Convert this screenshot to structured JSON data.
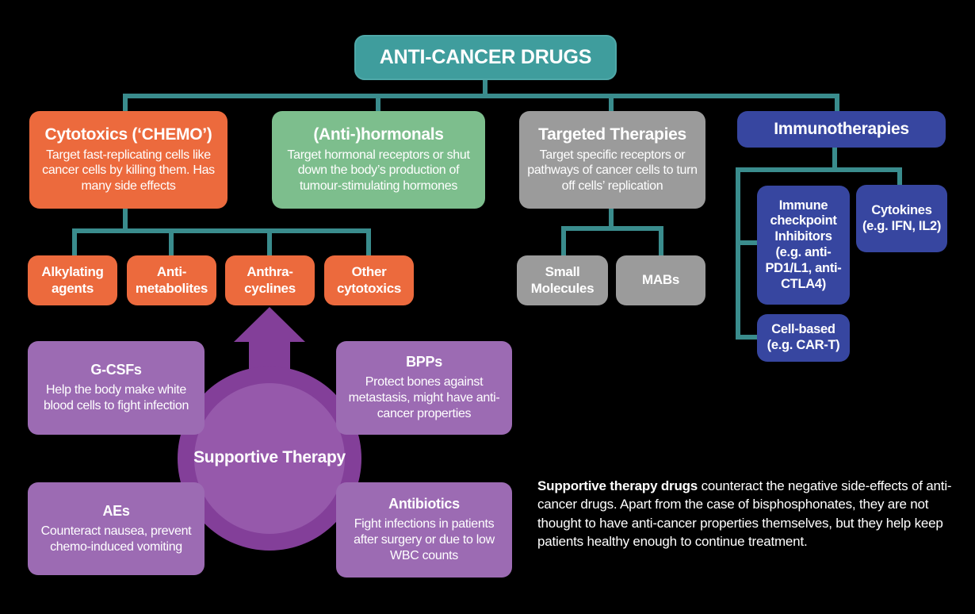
{
  "title": "ANTI-CANCER DRUGS",
  "categories": [
    {
      "label": "Cytotoxics (‘CHEMO’)",
      "description": "Target fast-replicating cells like cancer cells by killing them. Has many side effects"
    },
    {
      "label": "(Anti-)hormonals",
      "description": "Target hormonal receptors or shut down the body’s production of tumour-stimulating hormones"
    },
    {
      "label": "Targeted Therapies",
      "description": "Target specific receptors or pathways of cancer cells to turn off cells’ replication"
    },
    {
      "label": "Immunotherapies"
    }
  ],
  "cytotoxic_types": [
    "Alkylating agents",
    "Anti-metabolites",
    "Anthra-cyclines",
    "Other cytotoxics"
  ],
  "targeted_types": [
    "Small Molecules",
    "MABs"
  ],
  "immuno_types": [
    "Immune checkpoint Inhibitors (e.g. anti-PD1/L1, anti-CTLA4)",
    "Cytokines (e.g. IFN, IL2)",
    "Cell-based (e.g. CAR-T)"
  ],
  "supportive": {
    "hub_label": "Supportive Therapy",
    "items": [
      {
        "label": "G-CSFs",
        "description": "Help the body make white blood cells to fight infection"
      },
      {
        "label": "BPPs",
        "description": "Protect bones against metastasis, might have anti-cancer properties"
      },
      {
        "label": "AEs",
        "description": "Counteract nausea, prevent chemo-induced vomiting"
      },
      {
        "label": "Antibiotics",
        "description": "Fight infections in patients after surgery or due to low WBC counts"
      }
    ]
  },
  "footnote": {
    "lead": "Supportive therapy drugs",
    "rest": " counteract the negative side-effects of anti-cancer drugs. Apart from the case of bisphosphonates, they are not thought to have anti-cancer properties themselves, but they help keep patients healthy enough to continue treatment."
  },
  "colors": {
    "background": "#000000",
    "teal_box": "#3F9D9D",
    "connector_teal": "#3A8C8D",
    "orange": "#EC6A3D",
    "green": "#7DBE8D",
    "gray": "#9B9B9B",
    "blue": "#3746A0",
    "purple_light": "#9C6BB3",
    "purple_dark": "#833F99",
    "purple_inner": "#9659AB",
    "text": "#FFFFFF"
  }
}
